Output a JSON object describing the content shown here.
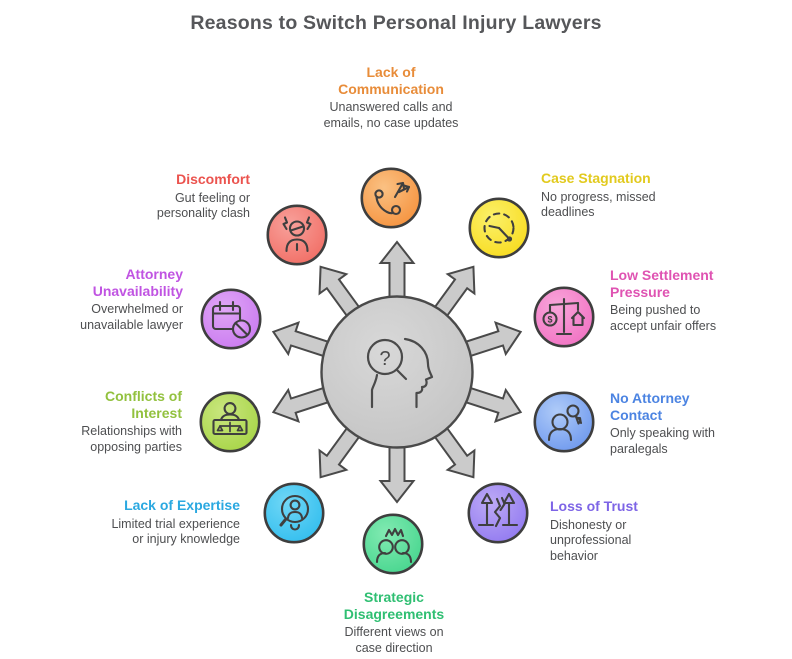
{
  "title": "Reasons to Switch Personal Injury Lawyers",
  "center": {
    "icon": "head-question-magnifier-icon",
    "hub_fill": "#CFCFCF",
    "hub_stroke": "#4A4A4A",
    "arrow_count": 10
  },
  "nodes": [
    {
      "id": "lack-of-communication",
      "label": "Lack of Communication",
      "description": "Unanswered calls and emails, no case updates",
      "label_color": "#E88C39",
      "circle_light": "#FAC183",
      "circle_dark": "#F5913C",
      "icon": "phone-redirect-icon"
    },
    {
      "id": "case-stagnation",
      "label": "Case Stagnation",
      "description": "No progress, missed deadlines",
      "label_color": "#E2CA1E",
      "circle_light": "#FBF06A",
      "circle_dark": "#F8DB1C",
      "icon": "stalled-clock-icon"
    },
    {
      "id": "low-settlement-pressure",
      "label": "Low Settlement Pressure",
      "description": "Being pushed to accept unfair offers",
      "label_color": "#DF53B2",
      "circle_light": "#F8A6DA",
      "circle_dark": "#F170C2",
      "icon": "scales-unfair-offer-icon"
    },
    {
      "id": "no-attorney-contact",
      "label": "No Attorney Contact",
      "description": "Only speaking with paralegals",
      "label_color": "#4C84E2",
      "circle_light": "#AFCBF8",
      "circle_dark": "#6C97EE",
      "icon": "paralegal-contact-icon"
    },
    {
      "id": "loss-of-trust",
      "label": "Loss of Trust",
      "description": "Dishonesty or unprofessional behavior",
      "label_color": "#7D64E6",
      "circle_light": "#BDAAF6",
      "circle_dark": "#9078F0",
      "icon": "broken-trust-icon"
    },
    {
      "id": "strategic-disagreements",
      "label": "Strategic Disagreements",
      "description": "Different views on case direction",
      "label_color": "#2FBF72",
      "circle_light": "#82EAB2",
      "circle_dark": "#45D58D",
      "icon": "argument-icon"
    },
    {
      "id": "lack-of-expertise",
      "label": "Lack of Expertise",
      "description": "Limited trial experience or injury knowledge",
      "label_color": "#2AA8E0",
      "circle_light": "#70D7F6",
      "circle_dark": "#30BDEE",
      "icon": "magnifier-person-icon"
    },
    {
      "id": "conflicts-of-interest",
      "label": "Conflicts of Interest",
      "description": "Relationships with opposing parties",
      "label_color": "#92C13E",
      "circle_light": "#C9E67E",
      "circle_dark": "#A6D445",
      "icon": "desk-scales-icon"
    },
    {
      "id": "attorney-unavailability",
      "label": "Attorney Unavailability",
      "description": "Overwhelmed or unavailable lawyer",
      "label_color": "#C054E2",
      "circle_light": "#E0A6F6",
      "circle_dark": "#C979F0",
      "icon": "blocked-calendar-icon"
    },
    {
      "id": "discomfort",
      "label": "Discomfort",
      "description": "Gut feeling or personality clash",
      "label_color": "#EB534E",
      "circle_light": "#F8A19B",
      "circle_dark": "#F16C63",
      "icon": "stressed-person-icon"
    }
  ]
}
